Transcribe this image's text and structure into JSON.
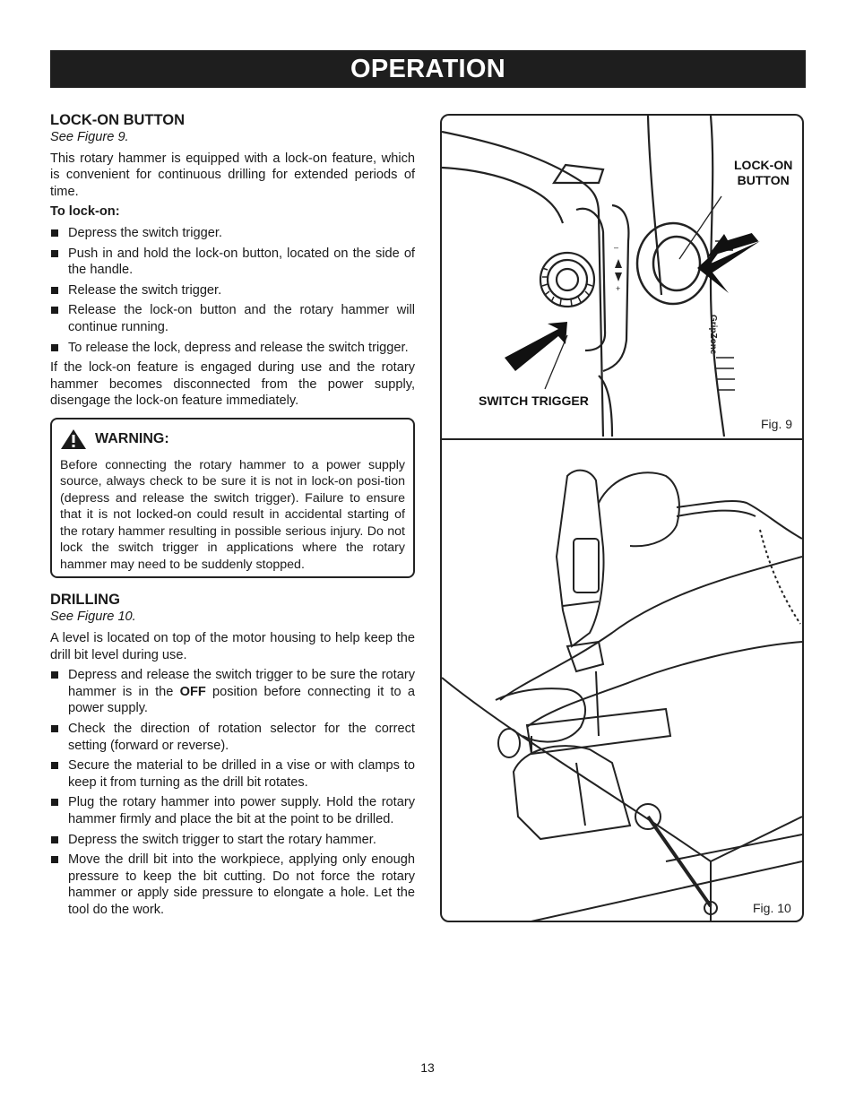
{
  "header": {
    "title": "OPERATION"
  },
  "lockon": {
    "heading": "LOCK-ON BUTTON",
    "see": "See Figure 9.",
    "intro": "This rotary hammer is equipped with a lock-on feature, which is convenient for continuous drilling for extended periods of time.",
    "sub": "To lock-on:",
    "bullets": [
      "Depress the switch trigger.",
      "Push in and hold the lock-on button, located on the side of the handle.",
      "Release the switch trigger.",
      "Release the lock-on button and the rotary hammer will continue running.",
      "To release the lock, depress and release the switch trigger."
    ],
    "outro": "If the lock-on feature is engaged during use and the rotary hammer becomes disconnected from the power supply, disengage the lock-on feature immediately."
  },
  "warning": {
    "title": "WARNING:",
    "text": "Before connecting the rotary hammer to a power supply source, always check to be sure it is not in lock-on posi-tion (depress and release the switch trigger). Failure to ensure that it is not locked-on could result in accidental starting of the rotary hammer resulting in possible serious injury. Do not lock the switch trigger in applications where the rotary hammer may need to be suddenly stopped."
  },
  "drilling": {
    "heading": "DRILLING",
    "see": "See Figure 10.",
    "intro": "A level is located on top of the motor housing to help keep the drill bit level during use.",
    "bullet1_a": "Depress and release the switch trigger to be sure the rotary hammer is in the ",
    "bullet1_b": "OFF",
    "bullet1_c": " position before connecting it to a power supply.",
    "bullets": [
      "Check the direction of rotation selector for the correct setting (forward or reverse).",
      "Secure the material to be drilled in a vise or with clamps to keep it from turning as the drill bit rotates.",
      "Plug the rotary hammer into power supply. Hold the rotary hammer firmly and place the bit at the point to be drilled.",
      "Depress the switch trigger to start the rotary hammer.",
      "Move the drill bit into the workpiece, applying only enough pressure to keep the bit cutting. Do not force the rotary hammer or apply side pressure to elongate a hole. Let the tool do the work."
    ]
  },
  "figure9": {
    "label": "Fig. 9",
    "lockon_line1": "LOCK-ON",
    "lockon_line2": "BUTTON",
    "switch": "SWITCH TRIGGER",
    "brand": "GripZone"
  },
  "figure10": {
    "label": "Fig. 10"
  },
  "footer": {
    "page": "13"
  }
}
